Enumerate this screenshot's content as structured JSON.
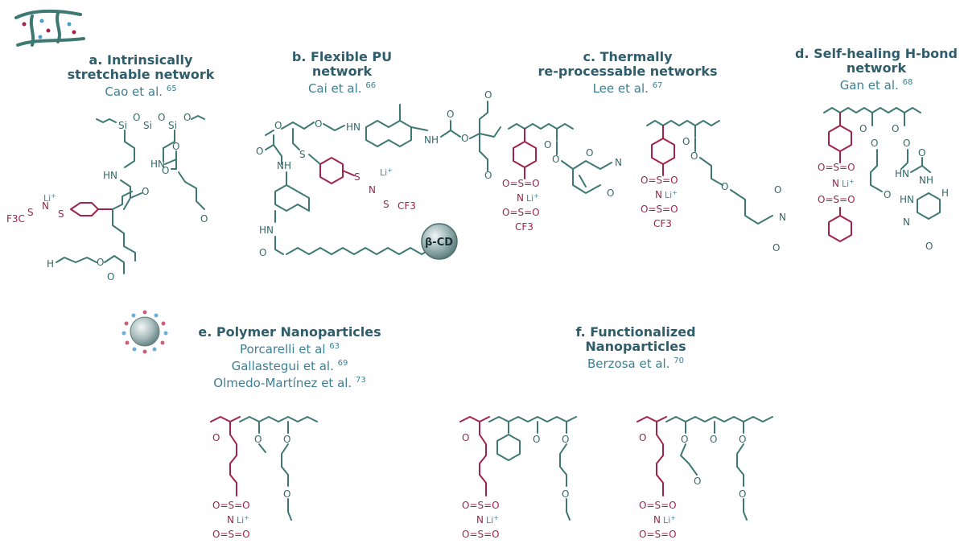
{
  "panels": [
    {
      "id": "a",
      "title_lines": [
        "a. Intrinsically",
        "stretchable network"
      ],
      "ref": "Cao et al.",
      "ref_num": "65"
    },
    {
      "id": "b",
      "title_lines": [
        "b. Flexible PU network"
      ],
      "ref": "Cai et al.",
      "ref_num": "66"
    },
    {
      "id": "c",
      "title_lines": [
        "c. Thermally",
        "re-processable networks"
      ],
      "ref": "Lee et al.",
      "ref_num": "67"
    },
    {
      "id": "d",
      "title_lines": [
        "d. Self-healing H-bond",
        "network"
      ],
      "ref": "Gan et al.",
      "ref_num": "68"
    },
    {
      "id": "e",
      "title_lines": [
        "e. Polymer Nanoparticles"
      ],
      "refs": [
        {
          "text": "Porcarelli et al",
          "num": "63"
        },
        {
          "text": "Gallastegui et al.",
          "num": "69"
        },
        {
          "text": "Olmedo-Martínez et al.",
          "num": "73"
        }
      ]
    },
    {
      "id": "f",
      "title_lines": [
        "f. Functionalized",
        "Nanoparticles"
      ],
      "ref": "Berzosa et al.",
      "ref_num": "70"
    }
  ],
  "labels": {
    "li": "Li",
    "plus": "+",
    "bcd": "β-CD",
    "so2_a": "O=S=O",
    "n_minus": "N",
    "cf3": "CF3",
    "f3c": "F3C",
    "hn": "HN",
    "nh": "NH",
    "o": "O",
    "s": "S",
    "si": "Si",
    "n": "N",
    "h": "H"
  },
  "colors": {
    "teal": "#3e7873",
    "crimson": "#a0234a",
    "title": "#2f5d6b",
    "ref": "#3e7f93",
    "li": "#2d8fc7"
  }
}
